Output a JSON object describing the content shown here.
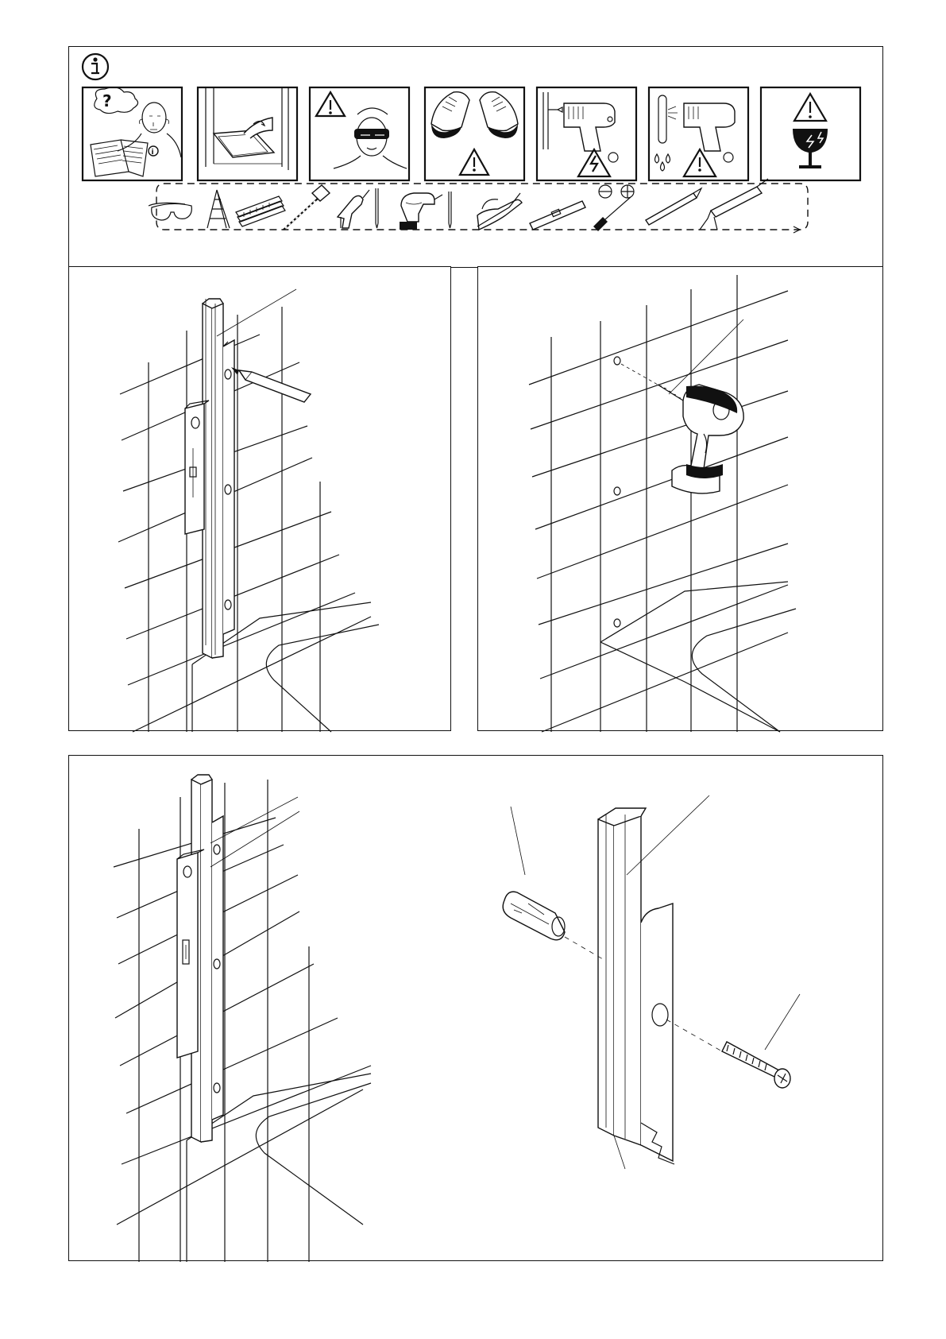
{
  "document": {
    "info_icon": "information-icon",
    "safety_pictograms": [
      {
        "name": "read-instructions-pictogram",
        "glyph": "?"
      },
      {
        "name": "unpack-on-cardboard-pictogram"
      },
      {
        "name": "wear-safety-glasses-pictogram"
      },
      {
        "name": "wear-safety-shoes-pictogram"
      },
      {
        "name": "check-electrical-cables-pictogram"
      },
      {
        "name": "check-water-pipes-pictogram"
      },
      {
        "name": "fragile-glass-pictogram"
      }
    ],
    "tools": [
      "safety-glasses-icon",
      "ladder-icon",
      "tape-measure-icon",
      "hammer-icon",
      "drill-icon",
      "drill-bit-icon",
      "cordless-drill-icon",
      "drill-bit-icon",
      "pliers-icon",
      "spirit-level-icon",
      "screwdriver-flat-icon",
      "screwdriver-phillips-icon",
      "pencil-icon",
      "silicone-gun-icon"
    ],
    "steps": [
      "mark-drill-holes-step",
      "drill-holes-step",
      "mount-wall-profile-step"
    ]
  }
}
